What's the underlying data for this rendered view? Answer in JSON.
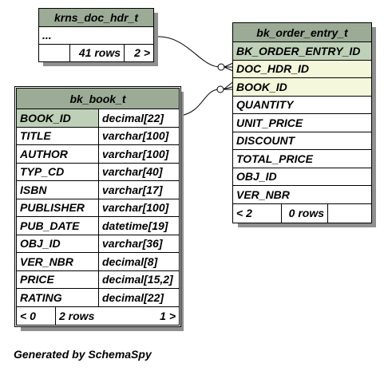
{
  "tables": {
    "krns_doc_hdr_t": {
      "title": "krns_doc_hdr_t",
      "columns": [
        "..."
      ],
      "footer": {
        "rows": "41 rows",
        "children": "2 >"
      }
    },
    "bk_order_entry_t": {
      "title": "bk_order_entry_t",
      "columns": [
        {
          "name": "BK_ORDER_ENTRY_ID",
          "kind": "pk"
        },
        {
          "name": "DOC_HDR_ID",
          "kind": "fk"
        },
        {
          "name": "BOOK_ID",
          "kind": "fk"
        },
        {
          "name": "QUANTITY",
          "kind": "plain"
        },
        {
          "name": "UNIT_PRICE",
          "kind": "plain"
        },
        {
          "name": "DISCOUNT",
          "kind": "plain"
        },
        {
          "name": "TOTAL_PRICE",
          "kind": "plain"
        },
        {
          "name": "OBJ_ID",
          "kind": "plain"
        },
        {
          "name": "VER_NBR",
          "kind": "plain"
        }
      ],
      "footer": {
        "parents": "< 2",
        "rows": "0 rows"
      }
    },
    "bk_book_t": {
      "title": "bk_book_t",
      "columns": [
        {
          "name": "BOOK_ID",
          "type": "decimal[22]",
          "kind": "pk"
        },
        {
          "name": "TITLE",
          "type": "varchar[100]",
          "kind": "plain"
        },
        {
          "name": "AUTHOR",
          "type": "varchar[100]",
          "kind": "plain"
        },
        {
          "name": "TYP_CD",
          "type": "varchar[40]",
          "kind": "plain"
        },
        {
          "name": "ISBN",
          "type": "varchar[17]",
          "kind": "plain"
        },
        {
          "name": "PUBLISHER",
          "type": "varchar[100]",
          "kind": "plain"
        },
        {
          "name": "PUB_DATE",
          "type": "datetime[19]",
          "kind": "plain"
        },
        {
          "name": "OBJ_ID",
          "type": "varchar[36]",
          "kind": "plain"
        },
        {
          "name": "VER_NBR",
          "type": "decimal[8]",
          "kind": "plain"
        },
        {
          "name": "PRICE",
          "type": "decimal[15,2]",
          "kind": "plain"
        },
        {
          "name": "RATING",
          "type": "decimal[22]",
          "kind": "plain"
        }
      ],
      "footer": {
        "parents": "< 0",
        "rows": "2 rows",
        "children": "1 >"
      }
    }
  },
  "caption": "Generated by SchemaSpy",
  "colors": {
    "header": "#9bab96",
    "primary_key": "#bed1b8",
    "foreign_key": "#f4f7da",
    "shadow": "#8f8f8f"
  }
}
